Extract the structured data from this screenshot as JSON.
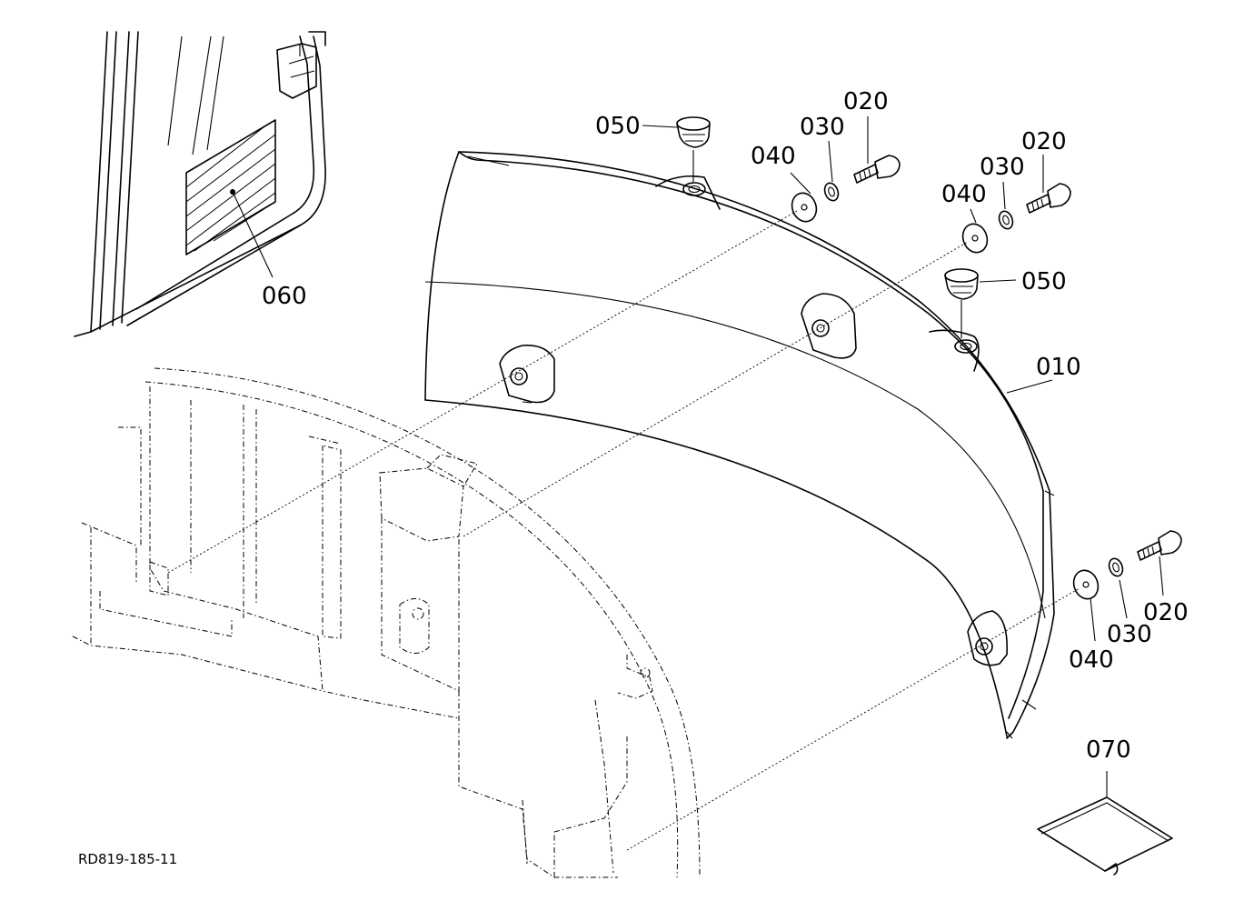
{
  "drawing_code": "RD819-185-11",
  "parts": {
    "p010": "010",
    "p020a": "020",
    "p020b": "020",
    "p020c": "020",
    "p030a": "030",
    "p030b": "030",
    "p030c": "030",
    "p040a": "040",
    "p040b": "040",
    "p040c": "040",
    "p050a": "050",
    "p050b": "050",
    "p060": "060",
    "p070": "070"
  }
}
